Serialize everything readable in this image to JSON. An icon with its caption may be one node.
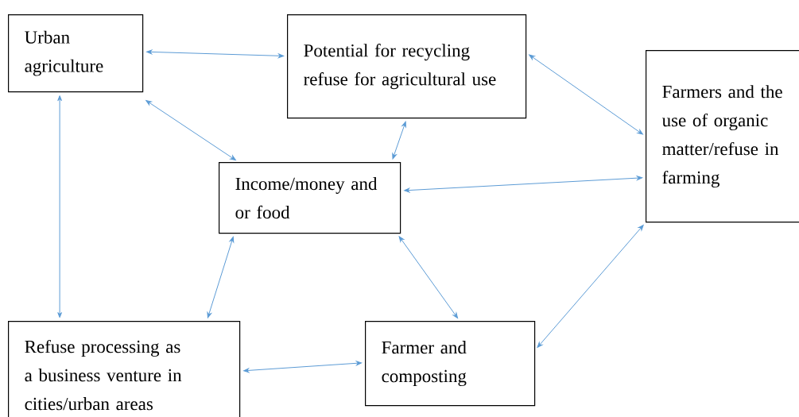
{
  "diagram": {
    "nodes": [
      {
        "text": [
          "Urban agriculture"
        ]
      },
      {
        "text": [
          "Potential for recycling refuse for agricultural use"
        ]
      },
      {
        "text": [
          "Farmers and the use of organic matter/refuse in farming"
        ]
      },
      {
        "text": [
          "Income/money and or food"
        ]
      },
      {
        "text": [
          "Refuse processing as a business venture in cities/urban areas"
        ]
      },
      {
        "text": [
          "Farmer and composting"
        ]
      }
    ],
    "edges": [
      {
        "from": 0,
        "to": 1,
        "arrow": "both"
      },
      {
        "from": 0,
        "to": 3,
        "arrow": "both"
      },
      {
        "from": 0,
        "to": 4,
        "arrow": "both"
      },
      {
        "from": 1,
        "to": 3,
        "arrow": "both"
      },
      {
        "from": 1,
        "to": 2,
        "arrow": "both"
      },
      {
        "from": 3,
        "to": 2,
        "arrow": "both"
      },
      {
        "from": 3,
        "to": 4,
        "arrow": "both"
      },
      {
        "from": 3,
        "to": 5,
        "arrow": "both"
      },
      {
        "from": 5,
        "to": 2,
        "arrow": "both"
      },
      {
        "from": 4,
        "to": 5,
        "arrow": "both"
      }
    ]
  }
}
